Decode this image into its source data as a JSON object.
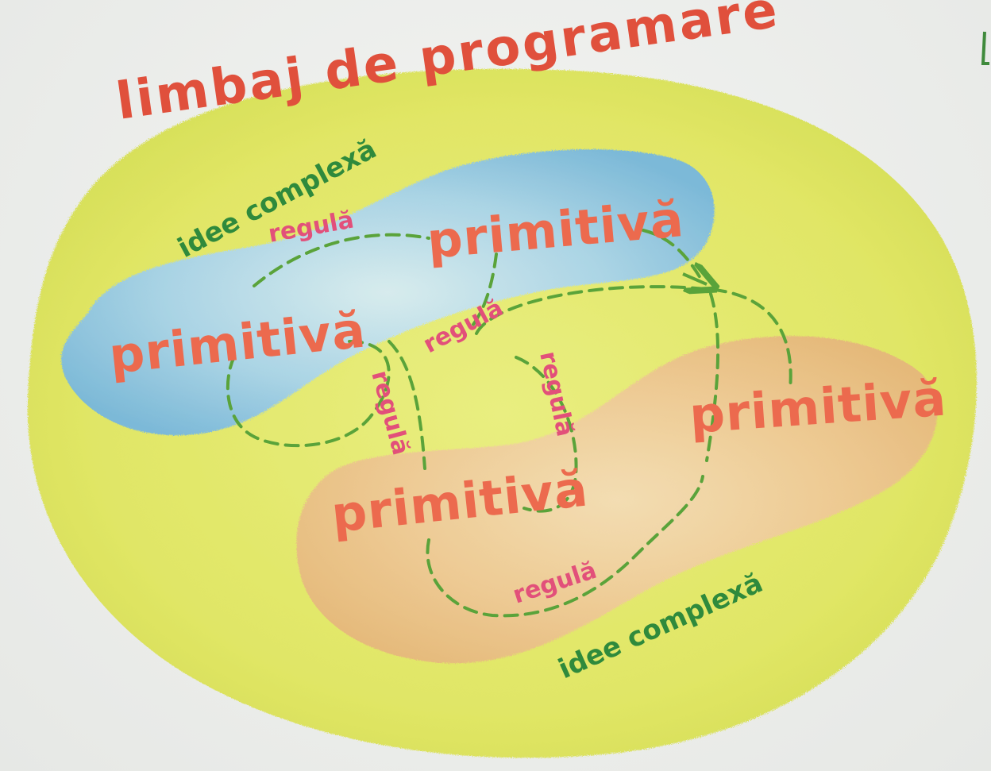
{
  "title": "limbaj de programare",
  "regions": {
    "outer_label": "limbaj de programare",
    "blue_idea_label": "idee complexă",
    "orange_idea_label": "idee complexă"
  },
  "primitives": [
    "primitivă",
    "primitivă",
    "primitivă",
    "primitivă"
  ],
  "rules": [
    "regulă",
    "regulă",
    "regulă",
    "regulă",
    "regulă"
  ],
  "colors": {
    "outer_fill": "#e3e85a",
    "blue_fill": "#8fc6e4",
    "orange_fill": "#ecc590",
    "title_color": "#e0503c",
    "primitive_color": "#ec6a4e",
    "rule_color": "#e2507a",
    "idea_color": "#2f8a3c",
    "dash_color": "#5aa33a"
  }
}
